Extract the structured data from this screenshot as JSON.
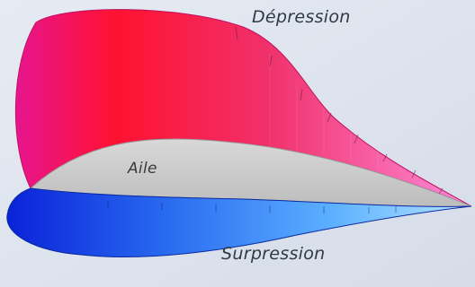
{
  "labels": {
    "top": "Dépression",
    "wing": "Aile",
    "bottom": "Surpression"
  },
  "colors": {
    "background": "#dde3ee",
    "upper_dark": "#ff1a33",
    "upper_light": "#ff66cc",
    "wing_fill": "#c8c8c8",
    "lower_dark": "#1030e0",
    "lower_light": "#9fd8ff",
    "arrow": "#5a2040"
  }
}
